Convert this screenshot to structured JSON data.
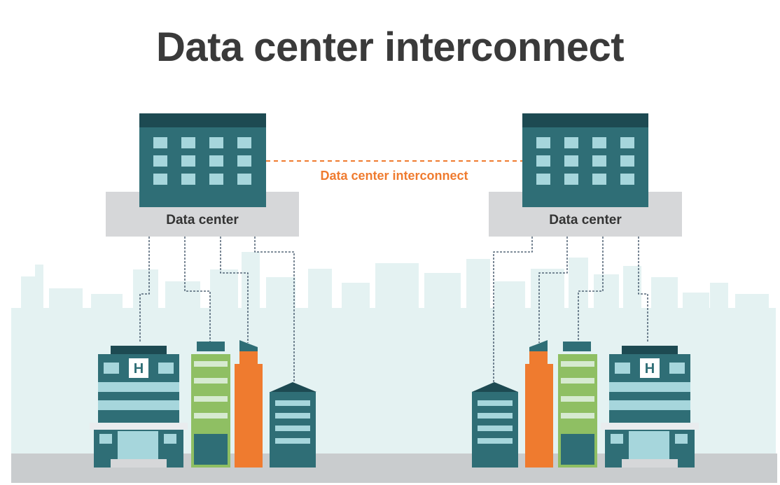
{
  "title": "Data center interconnect",
  "link_label": "Data center interconnect",
  "data_centers": [
    {
      "label": "Data center"
    },
    {
      "label": "Data center"
    }
  ],
  "hospital_sign_left": "H",
  "hospital_sign_right": "H",
  "colors": {
    "background": "#ffffff",
    "title_text": "#3a3a3a",
    "skyline": "#e4f2f2",
    "ground": "#c9ccce",
    "platform": "#d6d7d9",
    "building_teal": "#2f6e76",
    "building_teal_dark": "#1d4a52",
    "window": "#a6d6dc",
    "building_green": "#8fbf63",
    "building_orange": "#ef7b2f",
    "link_line": "#ef7b2f",
    "connector": "#34495e"
  },
  "icons": [
    "server-building-icon",
    "hospital-building-icon",
    "office-tower-icon",
    "green-building-icon",
    "orange-tower-icon"
  ]
}
